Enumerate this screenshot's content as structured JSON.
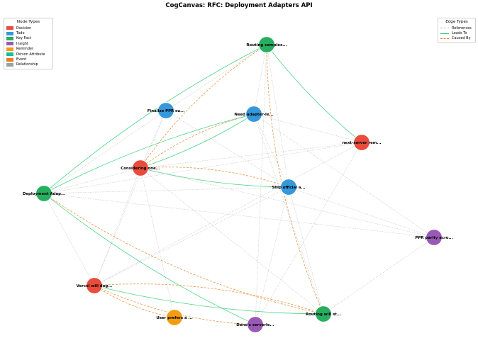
{
  "title": "CogCanvas: RFC: Deployment Adapters API",
  "node_legend": {
    "title": "Node Types",
    "items": [
      {
        "label": "Decision",
        "color": "#e74c3c"
      },
      {
        "label": "Todo",
        "color": "#3498db"
      },
      {
        "label": "Key Fact",
        "color": "#27ae60"
      },
      {
        "label": "Insight",
        "color": "#9b59b6"
      },
      {
        "label": "Reminder",
        "color": "#f39c12"
      },
      {
        "label": "Person Attribute",
        "color": "#1abc9c"
      },
      {
        "label": "Event",
        "color": "#e67e22"
      },
      {
        "label": "Relationship",
        "color": "#95a5a6"
      }
    ]
  },
  "edge_legend": {
    "title": "Edge Types",
    "items": [
      {
        "label": "References",
        "color": "#b0b0b0",
        "style": "dotted"
      },
      {
        "label": "Leads To",
        "color": "#2ecc71",
        "style": "solid"
      },
      {
        "label": "Caused By",
        "color": "#e67e22",
        "style": "dashed"
      }
    ]
  },
  "nodes": [
    {
      "id": "routing_complex",
      "label": "Routing complex...",
      "type": "Key Fact"
    },
    {
      "id": "finalize_ppr",
      "label": "Finalize PPR su...",
      "type": "Todo"
    },
    {
      "id": "need_adapter",
      "label": "Need adapter-le...",
      "type": "Todo"
    },
    {
      "id": "next_server",
      "label": "next-server rem...",
      "type": "Decision"
    },
    {
      "id": "considering_one",
      "label": "Considering one...",
      "type": "Decision"
    },
    {
      "id": "deployment_adap",
      "label": "Deployment Adap...",
      "type": "Key Fact"
    },
    {
      "id": "ship_official",
      "label": "Ship official a...",
      "type": "Todo"
    },
    {
      "id": "ppr_parity",
      "label": "PPR parity acro...",
      "type": "Insight"
    },
    {
      "id": "vercel_will",
      "label": "Vercel will dog...",
      "type": "Decision"
    },
    {
      "id": "user_prefers",
      "label": "User prefers a ...",
      "type": "Reminder"
    },
    {
      "id": "denos_serverle",
      "label": "Deno's serverle...",
      "type": "Insight"
    },
    {
      "id": "routing_will",
      "label": "Routing will st...",
      "type": "Key Fact"
    }
  ],
  "edges": [
    {
      "from": "routing_complex",
      "to": "next_server",
      "type": "Leads To"
    },
    {
      "from": "routing_complex",
      "to": "deployment_adap",
      "type": "Leads To"
    },
    {
      "from": "routing_complex",
      "to": "considering_one",
      "type": "Caused By"
    },
    {
      "from": "routing_complex",
      "to": "routing_will",
      "type": "Caused By"
    },
    {
      "from": "routing_complex",
      "to": "finalize_ppr",
      "type": "References"
    },
    {
      "from": "routing_complex",
      "to": "need_adapter",
      "type": "References"
    },
    {
      "from": "routing_complex",
      "to": "ship_official",
      "type": "References"
    },
    {
      "from": "routing_complex",
      "to": "denos_serverle",
      "type": "References"
    },
    {
      "from": "finalize_ppr",
      "to": "deployment_adap",
      "type": "References"
    },
    {
      "from": "finalize_ppr",
      "to": "considering_one",
      "type": "References"
    },
    {
      "from": "finalize_ppr",
      "to": "ship_official",
      "type": "References"
    },
    {
      "from": "finalize_ppr",
      "to": "vercel_will",
      "type": "References"
    },
    {
      "from": "need_adapter",
      "to": "considering_one",
      "type": "Caused By"
    },
    {
      "from": "need_adapter",
      "to": "considering_one",
      "type": "Leads To"
    },
    {
      "from": "need_adapter",
      "to": "deployment_adap",
      "type": "Leads To"
    },
    {
      "from": "need_adapter",
      "to": "next_server",
      "type": "References"
    },
    {
      "from": "need_adapter",
      "to": "ship_official",
      "type": "References"
    },
    {
      "from": "need_adapter",
      "to": "routing_will",
      "type": "References"
    },
    {
      "from": "next_server",
      "to": "considering_one",
      "type": "References"
    },
    {
      "from": "next_server",
      "to": "deployment_adap",
      "type": "References"
    },
    {
      "from": "next_server",
      "to": "vercel_will",
      "type": "References"
    },
    {
      "from": "next_server",
      "to": "denos_serverle",
      "type": "References"
    },
    {
      "from": "considering_one",
      "to": "ship_official",
      "type": "Leads To"
    },
    {
      "from": "considering_one",
      "to": "ship_official",
      "type": "Caused By"
    },
    {
      "from": "considering_one",
      "to": "deployment_adap",
      "type": "References"
    },
    {
      "from": "considering_one",
      "to": "vercel_will",
      "type": "References"
    },
    {
      "from": "considering_one",
      "to": "user_prefers",
      "type": "References"
    },
    {
      "from": "considering_one",
      "to": "routing_will",
      "type": "References"
    },
    {
      "from": "considering_one",
      "to": "ppr_parity",
      "type": "References"
    },
    {
      "from": "deployment_adap",
      "to": "ship_official",
      "type": "References"
    },
    {
      "from": "deployment_adap",
      "to": "denos_serverle",
      "type": "Leads To"
    },
    {
      "from": "deployment_adap",
      "to": "routing_will",
      "type": "Caused By"
    },
    {
      "from": "deployment_adap",
      "to": "ppr_parity",
      "type": "References"
    },
    {
      "from": "deployment_adap",
      "to": "vercel_will",
      "type": "References"
    },
    {
      "from": "ship_official",
      "to": "ppr_parity",
      "type": "References"
    },
    {
      "from": "ship_official",
      "to": "vercel_will",
      "type": "References"
    },
    {
      "from": "ship_official",
      "to": "routing_will",
      "type": "References"
    },
    {
      "from": "ship_official",
      "to": "denos_serverle",
      "type": "References"
    },
    {
      "from": "vercel_will",
      "to": "routing_will",
      "type": "Leads To"
    },
    {
      "from": "vercel_will",
      "to": "routing_will",
      "type": "Caused By"
    },
    {
      "from": "vercel_will",
      "to": "user_prefers",
      "type": "Caused By"
    },
    {
      "from": "vercel_will",
      "to": "denos_serverle",
      "type": "Caused By"
    },
    {
      "from": "ppr_parity",
      "to": "routing_will",
      "type": "References"
    },
    {
      "from": "ppr_parity",
      "to": "need_adapter",
      "type": "References"
    }
  ]
}
